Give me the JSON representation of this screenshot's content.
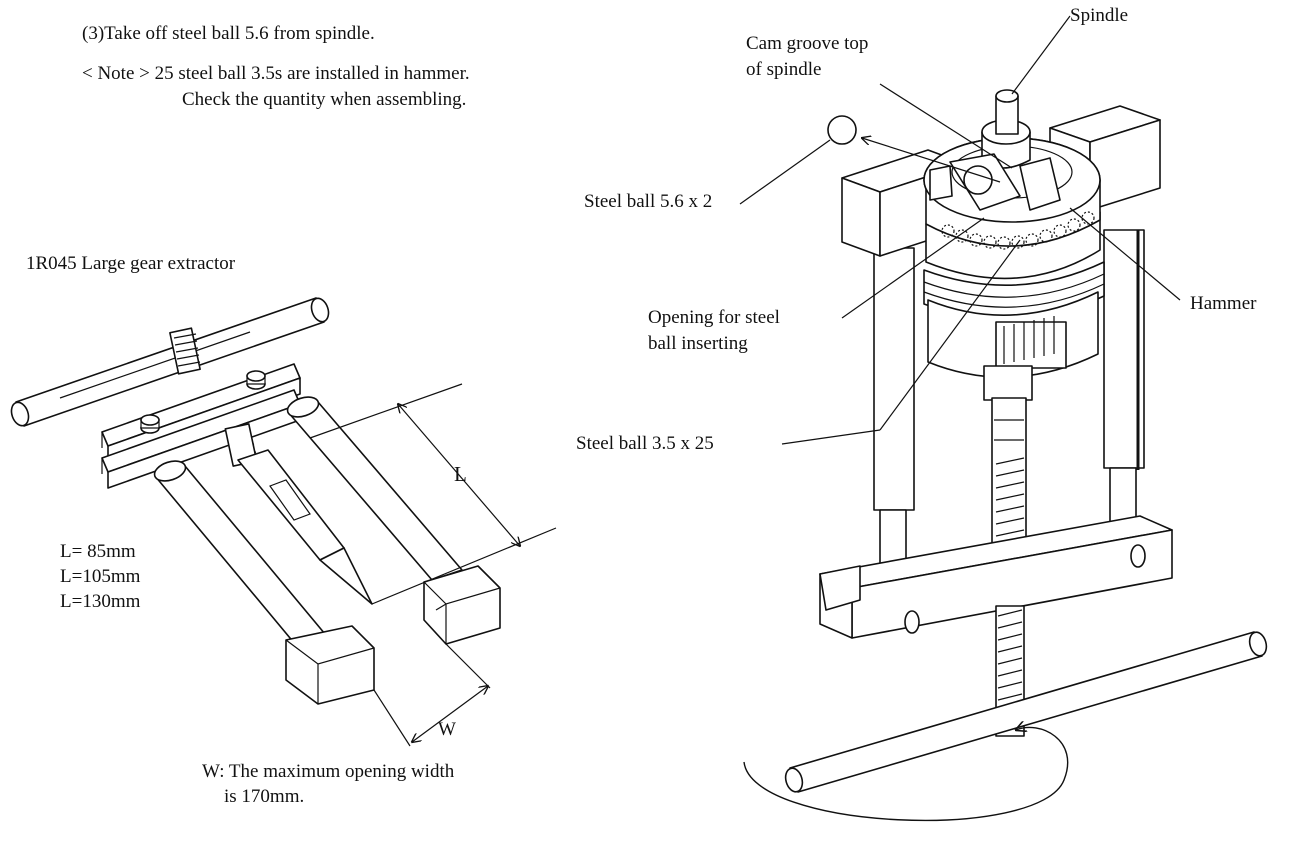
{
  "instructions": {
    "step3": "(3)Take off steel ball 5.6 from spindle.",
    "note_line1": "< Note > 25 steel ball 3.5s are installed in hammer.",
    "note_line2": "Check the quantity when assembling."
  },
  "extractor": {
    "title": "1R045 Large gear extractor",
    "dim_L": "L",
    "dim_W": "W",
    "lengths": [
      "L= 85mm",
      "L=105mm",
      "L=130mm"
    ],
    "width_note_line1": "W: The maximum opening width",
    "width_note_line2": "is 170mm."
  },
  "assembly_labels": {
    "spindle": "Spindle",
    "cam_groove_line1": "Cam groove  top",
    "cam_groove_line2": "of spindle",
    "steel_ball_56": "Steel ball 5.6 x 2",
    "hammer": "Hammer",
    "opening_line1": "Opening for steel",
    "opening_line2": "ball inserting",
    "steel_ball_35": "Steel ball 3.5 x 25"
  }
}
